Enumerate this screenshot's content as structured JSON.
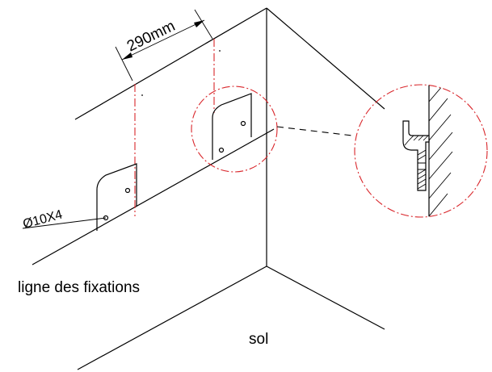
{
  "labels": {
    "dimension": "290mm",
    "hole_spec": "Ø10X4",
    "fixing_line": "ligne des fixations",
    "floor": "sol"
  },
  "colors": {
    "line": "#000000",
    "construction": "#d9262b"
  }
}
